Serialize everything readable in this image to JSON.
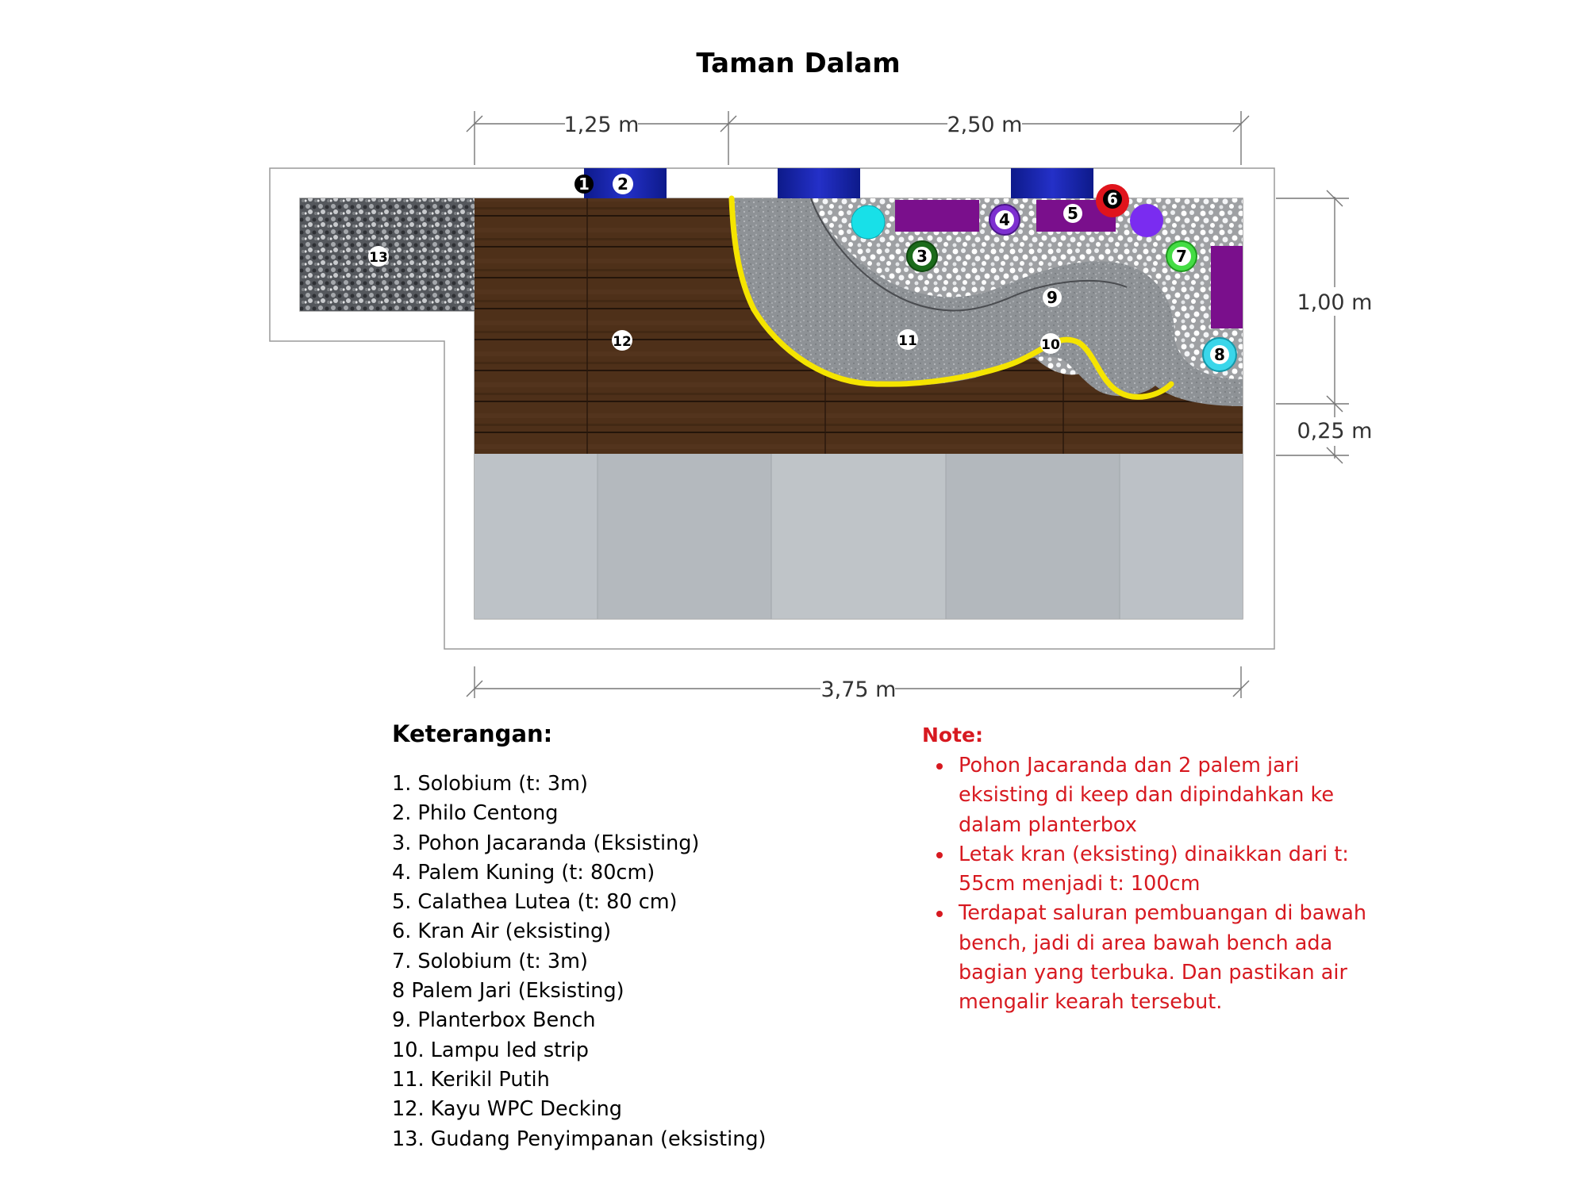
{
  "title": "Taman Dalam",
  "dimensions": {
    "top_left": "1,25 m",
    "top_right": "2,50 m",
    "right_upper": "1,00 m",
    "right_lower": "0,25 m",
    "bottom": "3,75 m"
  },
  "markers": [
    "1",
    "2",
    "3",
    "4",
    "5",
    "6",
    "7",
    "8",
    "9",
    "10",
    "11",
    "12",
    "13"
  ],
  "colors": {
    "planter_blue": "#1a1fa8",
    "bench_purple": "#7a0f8c",
    "led_yellow": "#f5e400",
    "deck_brown": "#4a2d17",
    "tile_grey": "#b7bcc1",
    "note_red": "#d71920"
  },
  "legend": {
    "heading": "Keterangan:",
    "items": [
      "1. Solobium (t: 3m)",
      "2. Philo Centong",
      "3. Pohon Jacaranda (Eksisting)",
      "4. Palem Kuning (t: 80cm)",
      "5. Calathea Lutea (t: 80 cm)",
      "6. Kran Air (eksisting)",
      "7. Solobium (t: 3m)",
      "8 Palem Jari (Eksisting)",
      "9. Planterbox Bench",
      "10. Lampu led strip",
      "11. Kerikil Putih",
      "12. Kayu WPC Decking",
      "13. Gudang Penyimpanan (eksisting)"
    ]
  },
  "note": {
    "heading": "Note:",
    "items": [
      "Pohon Jacaranda dan 2 palem jari eksisting di keep dan dipindahkan ke dalam planterbox",
      "Letak kran (eksisting) dinaikkan dari t: 55cm menjadi t: 100cm",
      "Terdapat saluran pembuangan di bawah bench, jadi di area bawah bench ada bagian yang terbuka. Dan pastikan air mengalir kearah tersebut."
    ]
  }
}
